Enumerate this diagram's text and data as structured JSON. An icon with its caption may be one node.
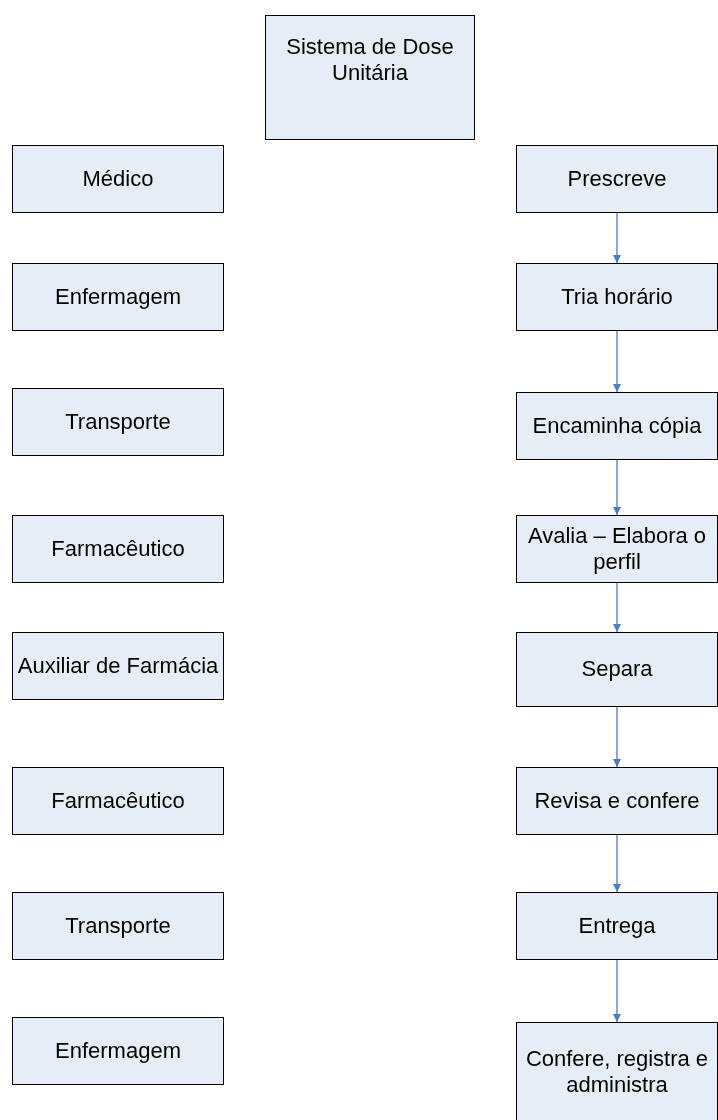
{
  "diagram": {
    "nodes": [
      {
        "text": [
          "Sistema de Dose Unitária"
        ]
      },
      {
        "text": [
          "Médico"
        ]
      },
      {
        "text": [
          "Prescreve"
        ]
      },
      {
        "text": [
          "Enfermagem"
        ]
      },
      {
        "text": [
          "Tria horário"
        ]
      },
      {
        "text": [
          "Transporte"
        ]
      },
      {
        "text": [
          "Encaminha cópia"
        ]
      },
      {
        "text": [
          "Farmacêutico"
        ]
      },
      {
        "text": [
          "Avalia – Elabora o perfil"
        ]
      },
      {
        "text": [
          "Auxiliar de Farmácia"
        ]
      },
      {
        "text": [
          "Separa"
        ]
      },
      {
        "text": [
          "Farmacêutico"
        ]
      },
      {
        "text": [
          "Revisa e confere"
        ]
      },
      {
        "text": [
          "Transporte"
        ]
      },
      {
        "text": [
          "Entrega"
        ]
      },
      {
        "text": [
          "Enfermagem"
        ]
      },
      {
        "text": [
          "Confere, registra e administra"
        ]
      }
    ],
    "edges": [
      {
        "from": 2,
        "to": 4,
        "arrow": "to"
      },
      {
        "from": 4,
        "to": 6,
        "arrow": "to"
      },
      {
        "from": 6,
        "to": 8,
        "arrow": "to"
      },
      {
        "from": 8,
        "to": 10,
        "arrow": "to"
      },
      {
        "from": 10,
        "to": 12,
        "arrow": "to"
      },
      {
        "from": 12,
        "to": 14,
        "arrow": "to"
      },
      {
        "from": 14,
        "to": 16,
        "arrow": "to"
      }
    ]
  }
}
